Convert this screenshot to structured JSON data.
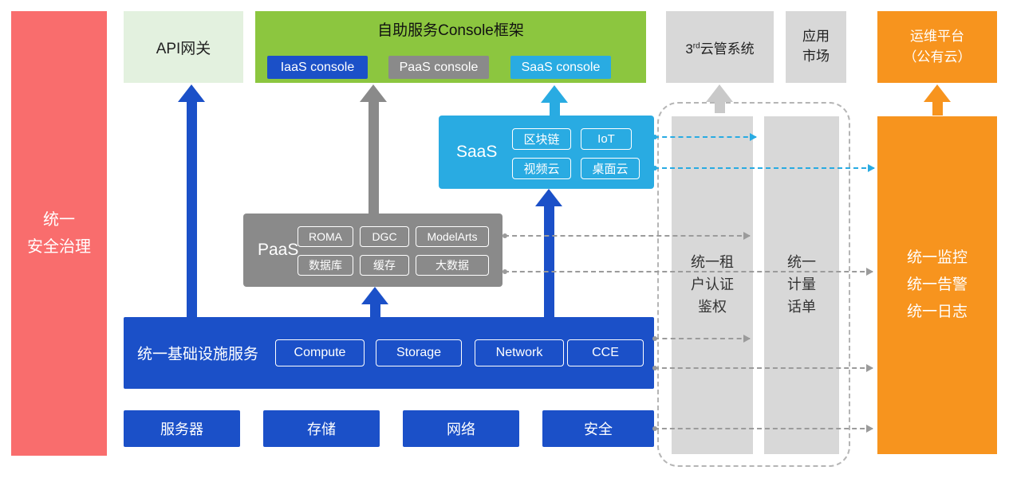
{
  "colors": {
    "red": "#F96D6D",
    "light_green": "#E3F1DF",
    "green": "#8CC63F",
    "blue": "#1B50C8",
    "gray": "#8A8A8A",
    "light_gray": "#D8D8D8",
    "cyan": "#29ABE2",
    "orange": "#F7941E"
  },
  "security_bar": {
    "label": "统一\n安全治理"
  },
  "api_gateway": {
    "label": "API网关"
  },
  "console_frame": {
    "title": "自助服务Console框架",
    "consoles": [
      {
        "label": "IaaS console"
      },
      {
        "label": "PaaS console"
      },
      {
        "label": "SaaS console"
      }
    ]
  },
  "third_party_cloud": {
    "prefix": "3",
    "sup": "rd",
    "suffix": "云管系统"
  },
  "app_market": {
    "label": "应用\n市场"
  },
  "ops_platform": {
    "label": "运维平台\n（公有云）"
  },
  "saas": {
    "label": "SaaS",
    "items": [
      "区块链",
      "IoT",
      "视频云",
      "桌面云"
    ]
  },
  "paas": {
    "label": "PaaS",
    "items": [
      "ROMA",
      "DGC",
      "ModelArts",
      "数据库",
      "缓存",
      "大数据"
    ]
  },
  "infrastructure": {
    "label": "统一基础设施服务",
    "items": [
      "Compute",
      "Storage",
      "Network",
      "CCE"
    ]
  },
  "hardware": {
    "items": [
      "服务器",
      "存储",
      "网络",
      "安全"
    ]
  },
  "auth_bar": {
    "label": "统一租\n户认证\n鉴权"
  },
  "billing_bar": {
    "label": "统一\n计量\n话单"
  },
  "monitor_bar": {
    "label": "统一监控\n统一告警\n统一日志"
  }
}
